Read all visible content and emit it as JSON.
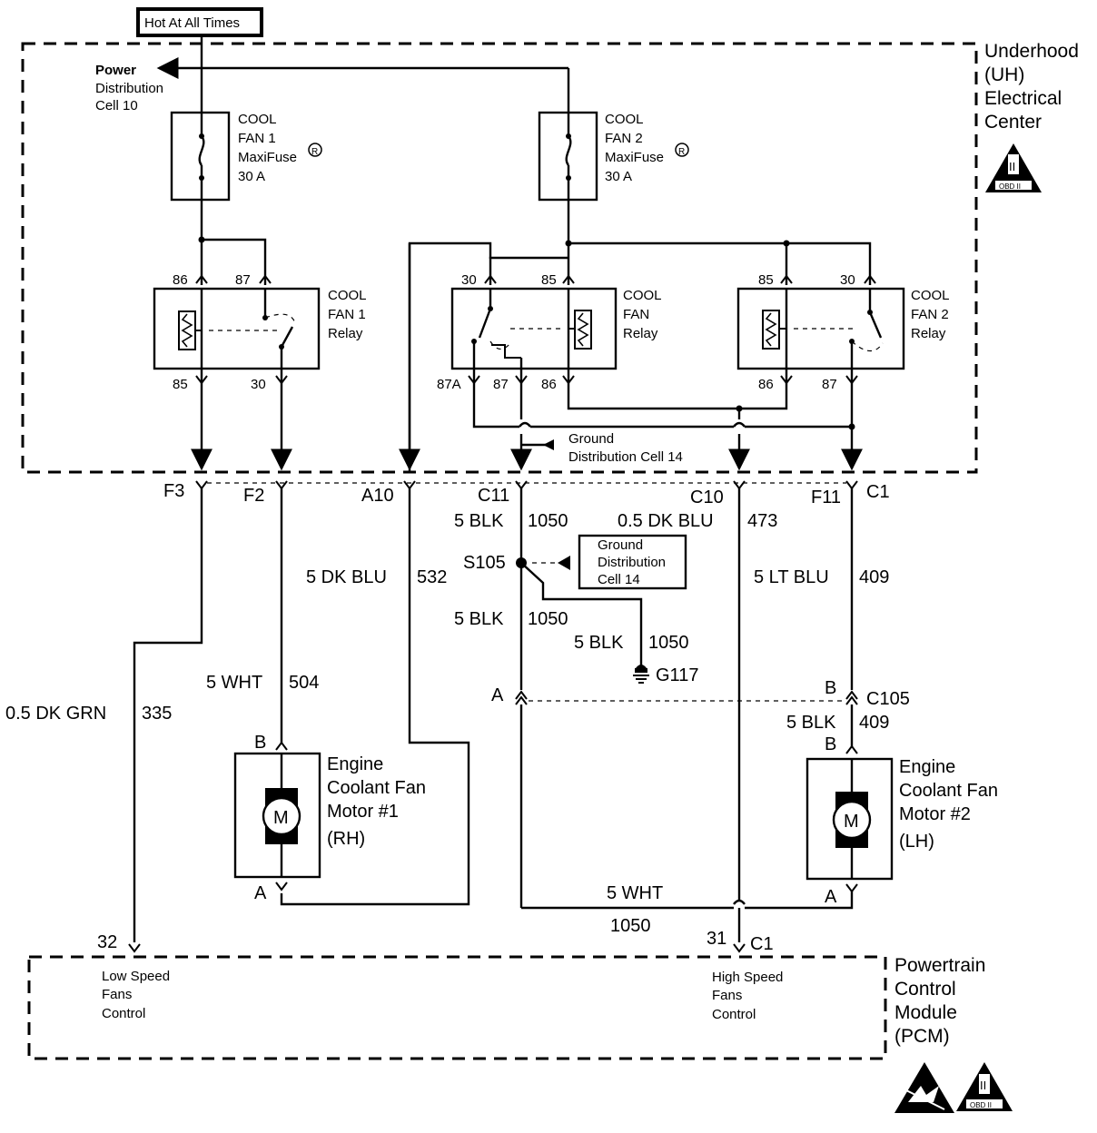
{
  "header": {
    "label": "Hot At All Times"
  },
  "uh_center": {
    "lines": [
      "Underhood",
      "(UH)",
      "Electrical",
      "Center"
    ]
  },
  "pcm": {
    "lines": [
      "Powertrain",
      "Control",
      "Module",
      "(PCM)"
    ]
  },
  "badge": {
    "numeral": "II",
    "text": "OBD II"
  },
  "power_dist": {
    "lines": [
      "Power",
      "Distribution",
      "Cell 10"
    ]
  },
  "fuses": [
    {
      "lines": [
        "COOL",
        "FAN 1",
        "MaxiFuse",
        "30 A"
      ],
      "reg": "R"
    },
    {
      "lines": [
        "COOL",
        "FAN 2",
        "MaxiFuse",
        "30 A"
      ],
      "reg": "R"
    }
  ],
  "relays": [
    {
      "lines": [
        "COOL",
        "FAN 1",
        "Relay"
      ],
      "pins_top": [
        "86",
        "87"
      ],
      "pins_bottom": [
        "85",
        "30"
      ]
    },
    {
      "lines": [
        "COOL",
        "FAN",
        "Relay"
      ],
      "pins_top": [
        "30",
        "85"
      ],
      "pins_bottom": [
        "87A",
        "87",
        "86"
      ]
    },
    {
      "lines": [
        "COOL",
        "FAN 2",
        "Relay"
      ],
      "pins_top": [
        "85",
        "30"
      ],
      "pins_bottom": [
        "86",
        "87"
      ]
    }
  ],
  "ground_inner": {
    "lines": [
      "Ground",
      "Distribution  Cell 14"
    ]
  },
  "ground_box": {
    "lines": [
      "Ground",
      "Distribution",
      "Cell 14"
    ]
  },
  "uh_pins": [
    "F3",
    "F2",
    "A10",
    "C11",
    "C10",
    "F11",
    "C1"
  ],
  "wires": {
    "w335": {
      "color": "0.5 DK GRN",
      "circuit": "335"
    },
    "w504": {
      "color": "5 WHT",
      "circuit": "504"
    },
    "w532": {
      "color": "5 DK BLU",
      "circuit": "532"
    },
    "w1050a": {
      "color": "5 BLK",
      "circuit": "1050"
    },
    "w1050b": {
      "color": "5 BLK",
      "circuit": "1050"
    },
    "w1050c": {
      "color": "5 BLK",
      "circuit": "1050"
    },
    "w473": {
      "color": "0.5 DK BLU",
      "circuit": "473"
    },
    "w409a": {
      "color": "5 LT BLU",
      "circuit": "409"
    },
    "w409b": {
      "color": "5 BLK",
      "circuit": "409"
    },
    "w_bottom": {
      "color": "5 WHT",
      "circuit": "1050"
    }
  },
  "splice": {
    "label": "S105"
  },
  "ground": {
    "label": "G117"
  },
  "connector_c105": {
    "label": "C105",
    "pin_a": "A",
    "pin_b": "B"
  },
  "motors": [
    {
      "lines": [
        "Engine",
        "Coolant Fan",
        "Motor  #1",
        "(RH)"
      ],
      "symbol": "M",
      "pin_top": "B",
      "pin_bottom": "A"
    },
    {
      "lines": [
        "Engine",
        "Coolant Fan",
        "Motor  #2",
        "(LH)"
      ],
      "symbol": "M",
      "pin_top": "B",
      "pin_bottom": "A"
    }
  ],
  "pcm_pins": {
    "p32": "32",
    "p31": "31",
    "c1": "C1"
  },
  "pcm_funcs": {
    "low": [
      "Low Speed",
      "Fans",
      "Control"
    ],
    "high": [
      "High Speed",
      "Fans",
      "Control"
    ]
  }
}
